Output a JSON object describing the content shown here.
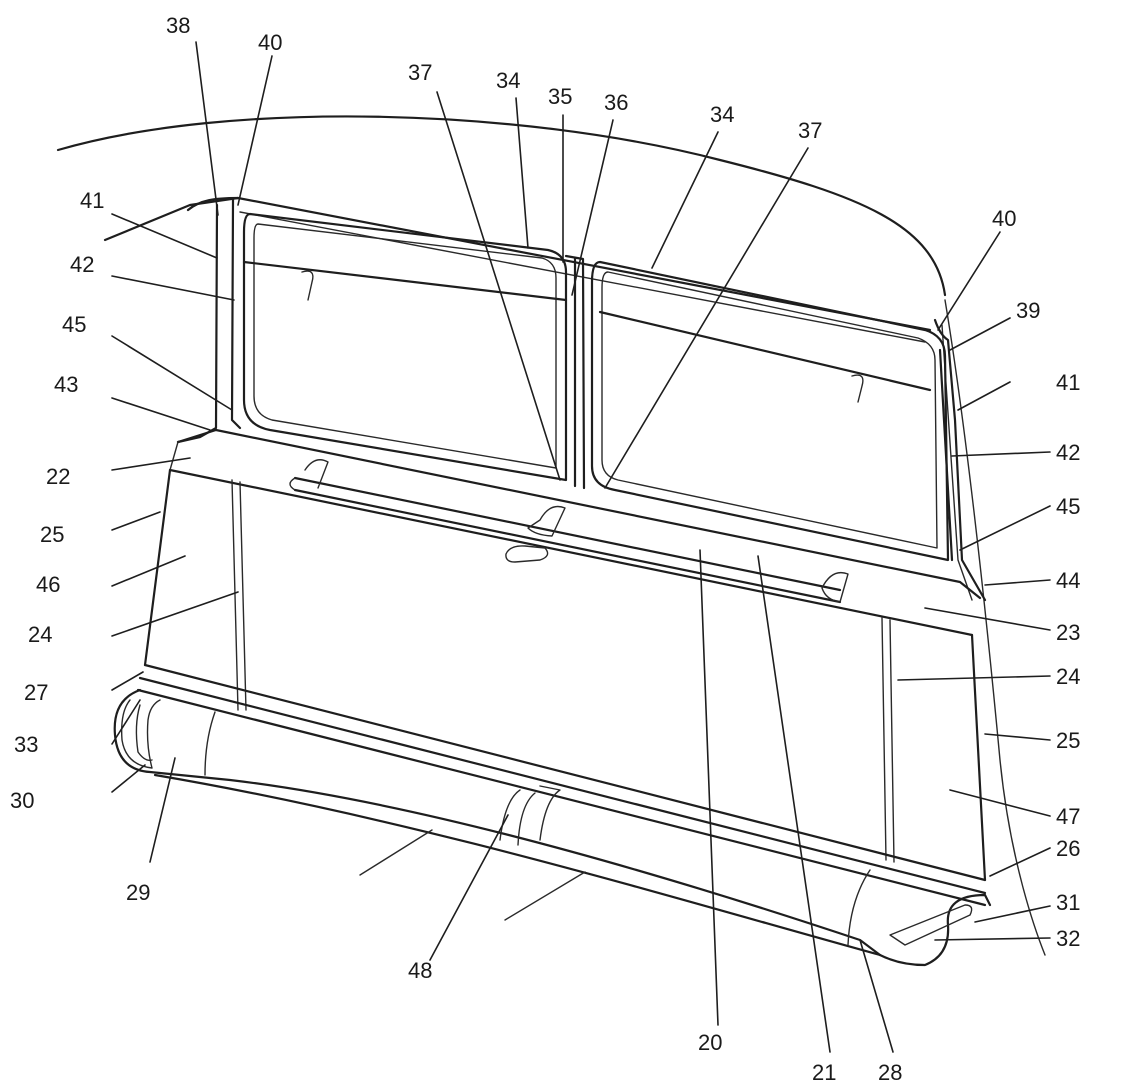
{
  "figure": {
    "callouts": [
      {
        "id": "c38",
        "text": "38"
      },
      {
        "id": "c40a",
        "text": "40"
      },
      {
        "id": "c37a",
        "text": "37"
      },
      {
        "id": "c34a",
        "text": "34"
      },
      {
        "id": "c35",
        "text": "35"
      },
      {
        "id": "c36",
        "text": "36"
      },
      {
        "id": "c34b",
        "text": "34"
      },
      {
        "id": "c37b",
        "text": "37"
      },
      {
        "id": "c40b",
        "text": "40"
      },
      {
        "id": "c39",
        "text": "39"
      },
      {
        "id": "c41a",
        "text": "41"
      },
      {
        "id": "c42a",
        "text": "42"
      },
      {
        "id": "c45a",
        "text": "45"
      },
      {
        "id": "c43",
        "text": "43"
      },
      {
        "id": "c22",
        "text": "22"
      },
      {
        "id": "c25a",
        "text": "25"
      },
      {
        "id": "c46",
        "text": "46"
      },
      {
        "id": "c24a",
        "text": "24"
      },
      {
        "id": "c27",
        "text": "27"
      },
      {
        "id": "c33",
        "text": "33"
      },
      {
        "id": "c30",
        "text": "30"
      },
      {
        "id": "c29",
        "text": "29"
      },
      {
        "id": "c48",
        "text": "48"
      },
      {
        "id": "c20",
        "text": "20"
      },
      {
        "id": "c21",
        "text": "21"
      },
      {
        "id": "c28",
        "text": "28"
      },
      {
        "id": "c41b",
        "text": "41"
      },
      {
        "id": "c42b",
        "text": "42"
      },
      {
        "id": "c45b",
        "text": "45"
      },
      {
        "id": "c44",
        "text": "44"
      },
      {
        "id": "c23",
        "text": "23"
      },
      {
        "id": "c24b",
        "text": "24"
      },
      {
        "id": "c25b",
        "text": "25"
      },
      {
        "id": "c47",
        "text": "47"
      },
      {
        "id": "c26",
        "text": "26"
      },
      {
        "id": "c31",
        "text": "31"
      },
      {
        "id": "c32",
        "text": "32"
      }
    ]
  }
}
